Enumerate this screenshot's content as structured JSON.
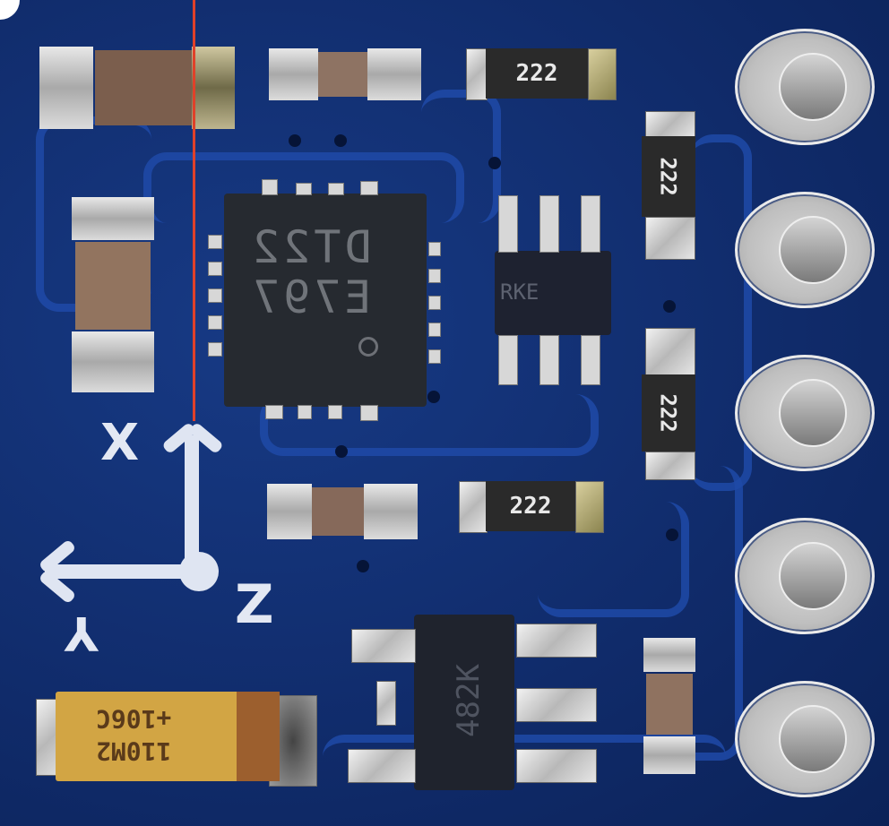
{
  "image": {
    "subject": "Blue PCB breakout board (gyroscope module) with SMD components",
    "annotation_line_color": "#e0412a",
    "board_color": "#102b6a"
  },
  "markings": {
    "main_ic_line1": "DT22",
    "main_ic_line2": "E797",
    "sot_ic": "RKE",
    "regulator": "482K",
    "resistor_code": "222",
    "tantalum_line1": "110M2",
    "tantalum_line2": "+106C",
    "axis_x": "X",
    "axis_y": "Y",
    "axis_z": "Z"
  },
  "pin_count": 5
}
